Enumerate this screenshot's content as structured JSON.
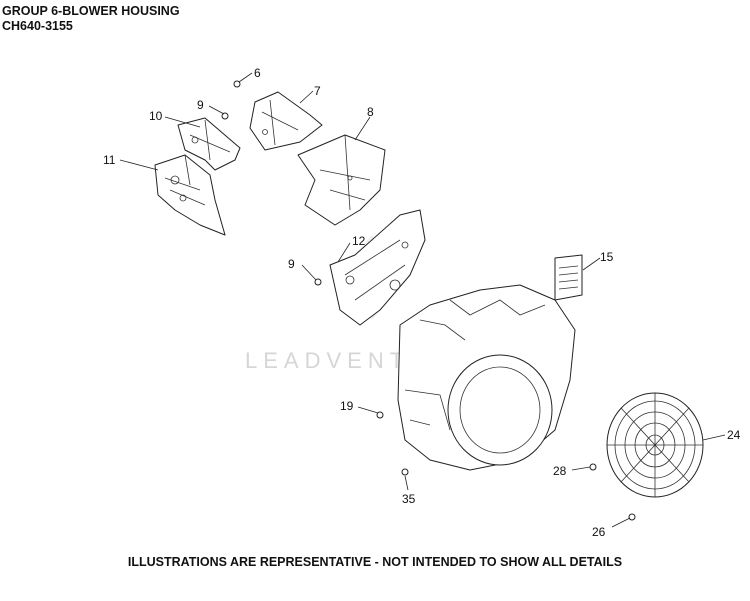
{
  "header": {
    "title": "GROUP 6-BLOWER HOUSING",
    "model": "CH640-3155"
  },
  "watermark": "LEADVENTURE",
  "callouts": [
    "6",
    "7",
    "8",
    "9",
    "10",
    "11",
    "12",
    "9",
    "15",
    "19",
    "24",
    "28",
    "35",
    "26"
  ],
  "footer": "ILLUSTRATIONS ARE REPRESENTATIVE - NOT INTENDED TO SHOW ALL DETAILS"
}
